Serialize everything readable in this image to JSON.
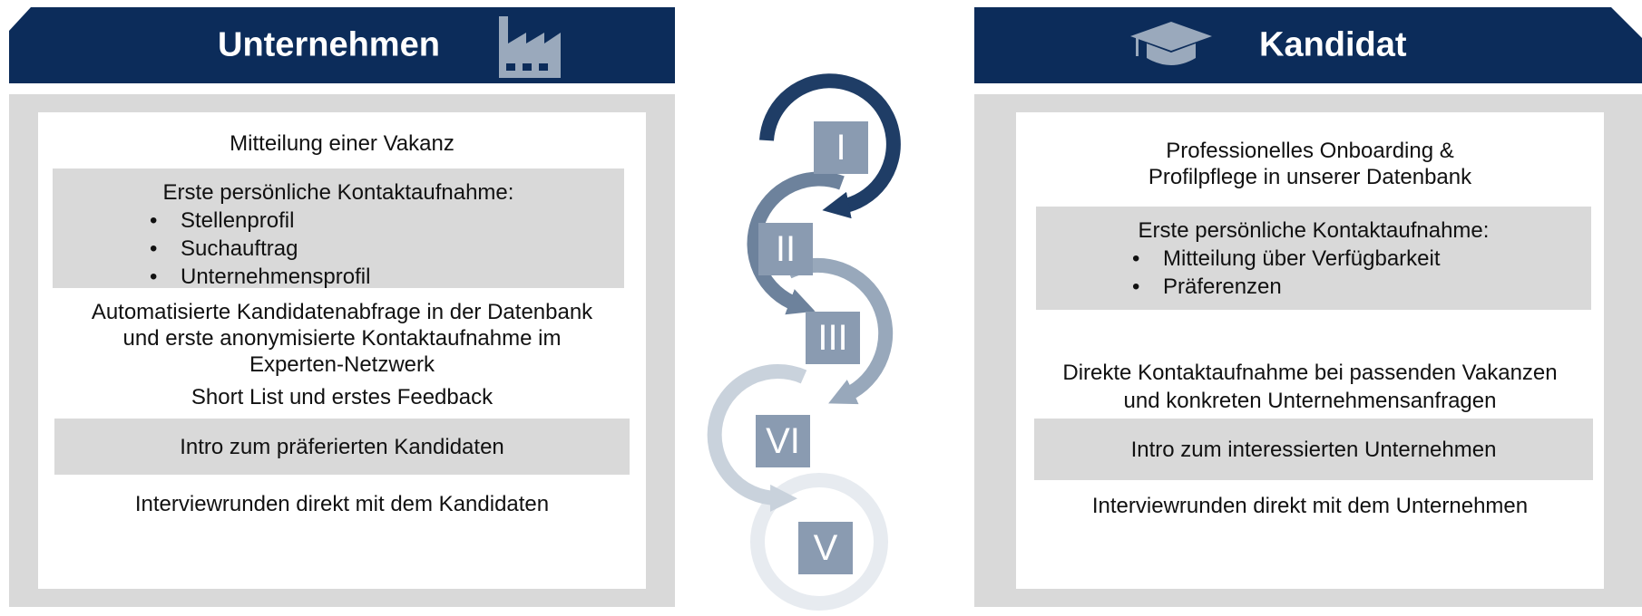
{
  "colors": {
    "header_bg": "#0c2c5a",
    "panel_bg": "#d9d9d9",
    "step_1": "#1f3d66",
    "step_2": "#6d829c",
    "step_3": "#98a8bb",
    "step_4": "#c9d2dc",
    "step_5": "#e7ebf0",
    "step_box": "#8a9bb1"
  },
  "left": {
    "title": "Unternehmen",
    "icon": "factory-icon",
    "item1": "Mitteilung einer Vakanz",
    "box1": {
      "heading": "Erste persönliche Kontaktaufnahme:",
      "bullets": [
        "Stellenprofil",
        "Suchauftrag",
        "Unternehmensprofil"
      ]
    },
    "item2": [
      "Automatisierte Kandidatenabfrage in der Datenbank",
      "und erste anonymisierte Kontaktaufnahme im",
      "Experten-Netzwerk"
    ],
    "item3": "Short List und erstes Feedback",
    "box2": "Intro zum präferierten Kandidaten",
    "item4": "Interviewrunden direkt mit dem Kandidaten"
  },
  "right": {
    "title": "Kandidat",
    "icon": "graduation-cap-icon",
    "item1": [
      "Professionelles Onboarding &",
      "Profilpflege in unserer Datenbank"
    ],
    "box1": {
      "heading": "Erste persönliche Kontaktaufnahme:",
      "bullets": [
        "Mitteilung über Verfügbarkeit",
        "Präferenzen"
      ]
    },
    "item2": [
      "Direkte Kontaktaufnahme bei passenden Vakanzen",
      "und konkreten Unternehmensanfragen"
    ],
    "box2": "Intro zum interessierten Unternehmen",
    "item3": "Interviewrunden direkt mit dem Unternehmen"
  },
  "cycle": {
    "steps": [
      "I",
      "II",
      "III",
      "VI",
      "V"
    ]
  },
  "bullet_char": "•"
}
